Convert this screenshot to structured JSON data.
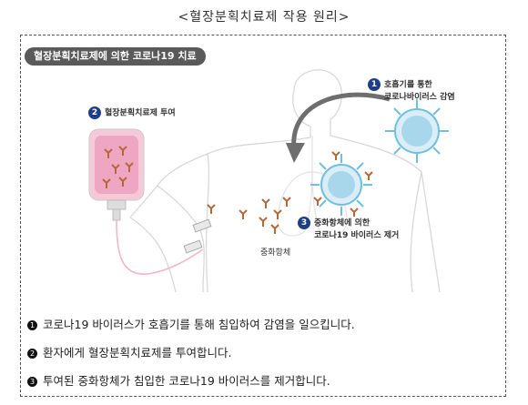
{
  "caption": "<혈장분획치료제 작용 원리>",
  "title_pill": "혈장분획치료제에 의한 코로나19 치료",
  "labels": {
    "step1_num": "1",
    "step1_line1": "호흡기를 통한",
    "step1_line2": "코로나바이러스 감염",
    "step2_num": "2",
    "step2_text": "혈장분획치료제 투여",
    "step3_num": "3",
    "step3_line1": "중화항체에 의한",
    "step3_line2": "코로나19 바이러스 제거",
    "antibody": "중화항체"
  },
  "steps": [
    {
      "bullet": "1",
      "text": "코로나19 바이러스가 호흡기를 통해 침입하여 감염을 일으킵니다."
    },
    {
      "bullet": "2",
      "text": "환자에게 혈장분획치료제를 투여합니다."
    },
    {
      "bullet": "3",
      "text": "투여된 중화항체가 침입한 코로나19 바이러스를 제거합니다."
    }
  ],
  "colors": {
    "badge": "#1e3f87",
    "virus": "#6fbfe0",
    "antibody": "#b3693a",
    "iv_bag": "#f3bcd0"
  }
}
